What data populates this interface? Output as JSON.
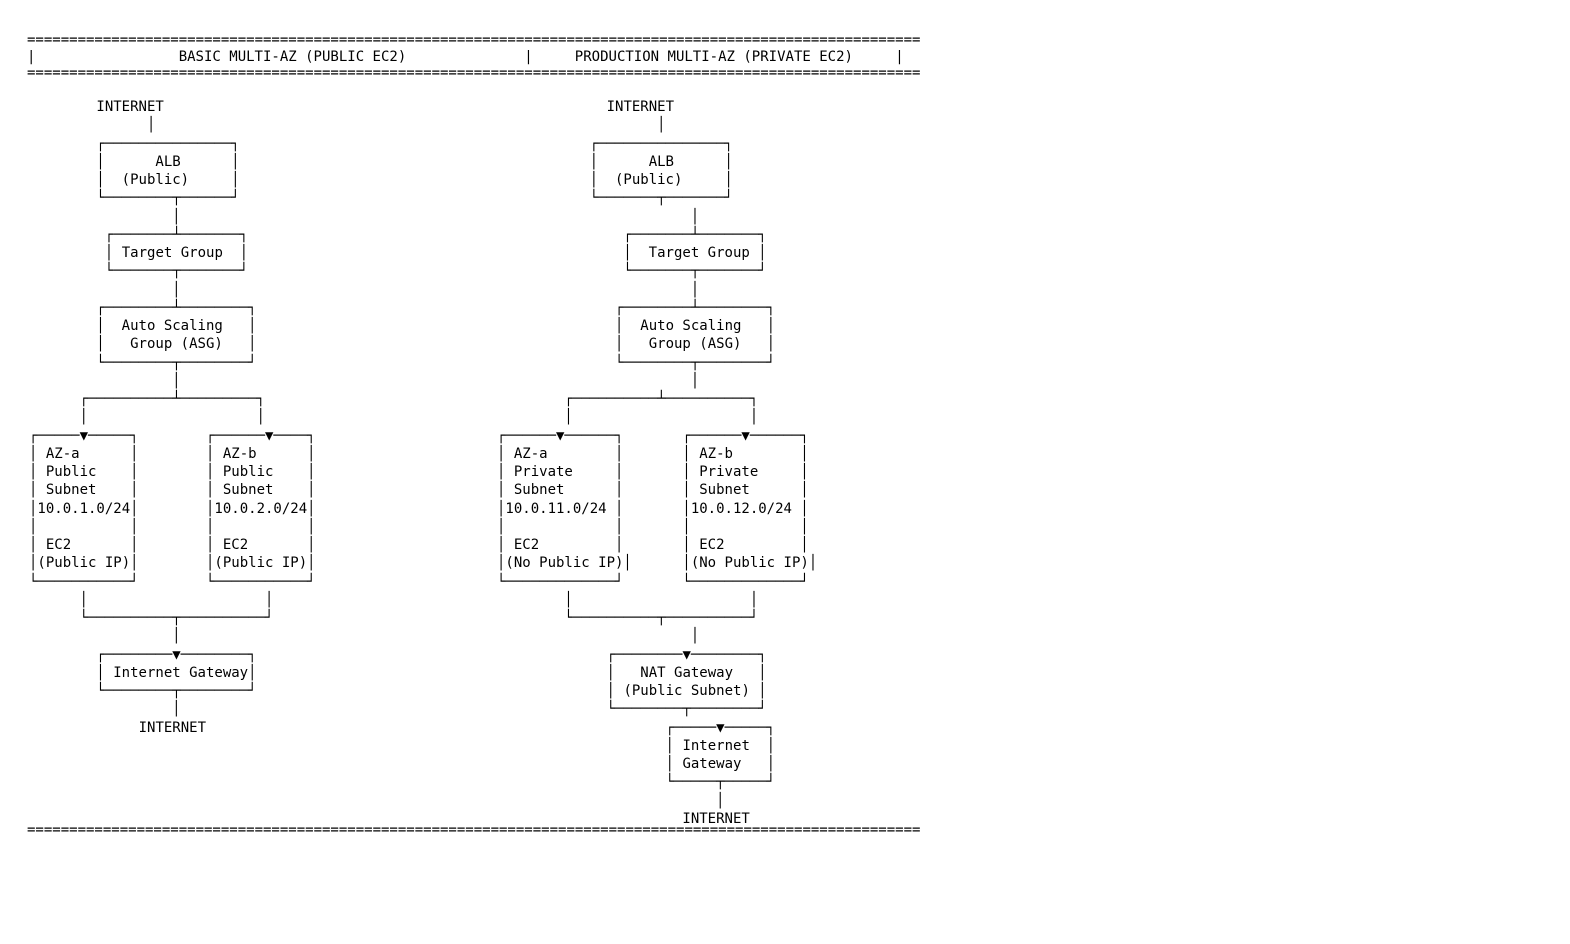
{
  "colors": {
    "ink": "#000000",
    "background": "#ffffff"
  },
  "header": {
    "separator": "==========================================================================================================",
    "pipe": "|",
    "left_title": "BASIC MULTI-AZ (PUBLIC EC2)",
    "right_title": "PRODUCTION MULTI-AZ (PRIVATE EC2)"
  },
  "footer": {
    "separator": "=========================================================================================================="
  },
  "basic": {
    "internet_top": "INTERNET",
    "stem": "│",
    "alb_box": [
      "┌───────────────┐",
      "│      ALB      │",
      "│  (Public)     │",
      "└────────┬──────┘"
    ],
    "target_group_box": [
      "┌───────┴───────┐",
      "│ Target Group  │",
      "└───────┬───────┘"
    ],
    "asg_box": [
      "┌────────┴────────┐",
      "│  Auto Scaling   │",
      "│   Group (ASG)   │",
      "└────────┬────────┘"
    ],
    "branch_connector": [
      "           │",
      "┌──────────┴─────────┐",
      "│                    │"
    ],
    "subnet_a_box": [
      "┌─────▼─────┐",
      "│ AZ-a      │",
      "│ Public    │",
      "│ Subnet    │",
      "│10.0.1.0/24│",
      "│           │",
      "│ EC2       │",
      "│(Public IP)│",
      "└───────────┘"
    ],
    "subnet_b_box": [
      "┌──────▼────┐",
      "│ AZ-b      │",
      "│ Public    │",
      "│ Subnet    │",
      "│10.0.2.0/24│",
      "│           │",
      "│ EC2       │",
      "│(Public IP)│",
      "└───────────┘"
    ],
    "join_connector": [
      "│                     │",
      "└──────────┬──────────┘",
      "           │"
    ],
    "internet_gateway_box": [
      "┌────────▼────────┐",
      "│ Internet Gateway│",
      "└────────┬────────┘"
    ],
    "internet_bottom": "INTERNET"
  },
  "production": {
    "internet_top": "INTERNET",
    "stem": "│",
    "alb_box": [
      "┌───────────────┐",
      "│      ALB      │",
      "│  (Public)     │",
      "└───────┬───────┘"
    ],
    "target_group_box": [
      "┌───────┴───────┐",
      "│  Target Group │",
      "└───────┬───────┘"
    ],
    "asg_box": [
      "┌────────┴────────┐",
      "│  Auto Scaling   │",
      "│   Group (ASG)   │",
      "└────────┬────────┘"
    ],
    "branch_connector": [
      "               │",
      "┌──────────┴──────────┐",
      "│                     │"
    ],
    "subnet_a_box": [
      "┌──────▼──────┐",
      "│ AZ-a        │",
      "│ Private     │",
      "│ Subnet      │",
      "│10.0.11.0/24 │",
      "│             │",
      "│ EC2         │",
      "│(No Public IP)│",
      "└─────────────┘"
    ],
    "subnet_b_box": [
      "┌──────▼──────┐",
      "│ AZ-b        │",
      "│ Private     │",
      "│ Subnet      │",
      "│10.0.12.0/24 │",
      "│             │",
      "│ EC2         │",
      "│(No Public IP)│",
      "└─────────────┘"
    ],
    "join_connector": [
      "│                     │",
      "└──────────┬──────────┘",
      "               │"
    ],
    "nat_gateway_box": [
      "┌────────▼────────┐",
      "│   NAT Gateway   │",
      "│ (Public Subnet) │",
      "└────────┬────────┘"
    ],
    "internet_gateway_box": [
      "┌─────▼─────┐",
      "│ Internet  │",
      "│ Gateway   │",
      "└─────┬─────┘"
    ],
    "internet_bottom": "INTERNET"
  }
}
